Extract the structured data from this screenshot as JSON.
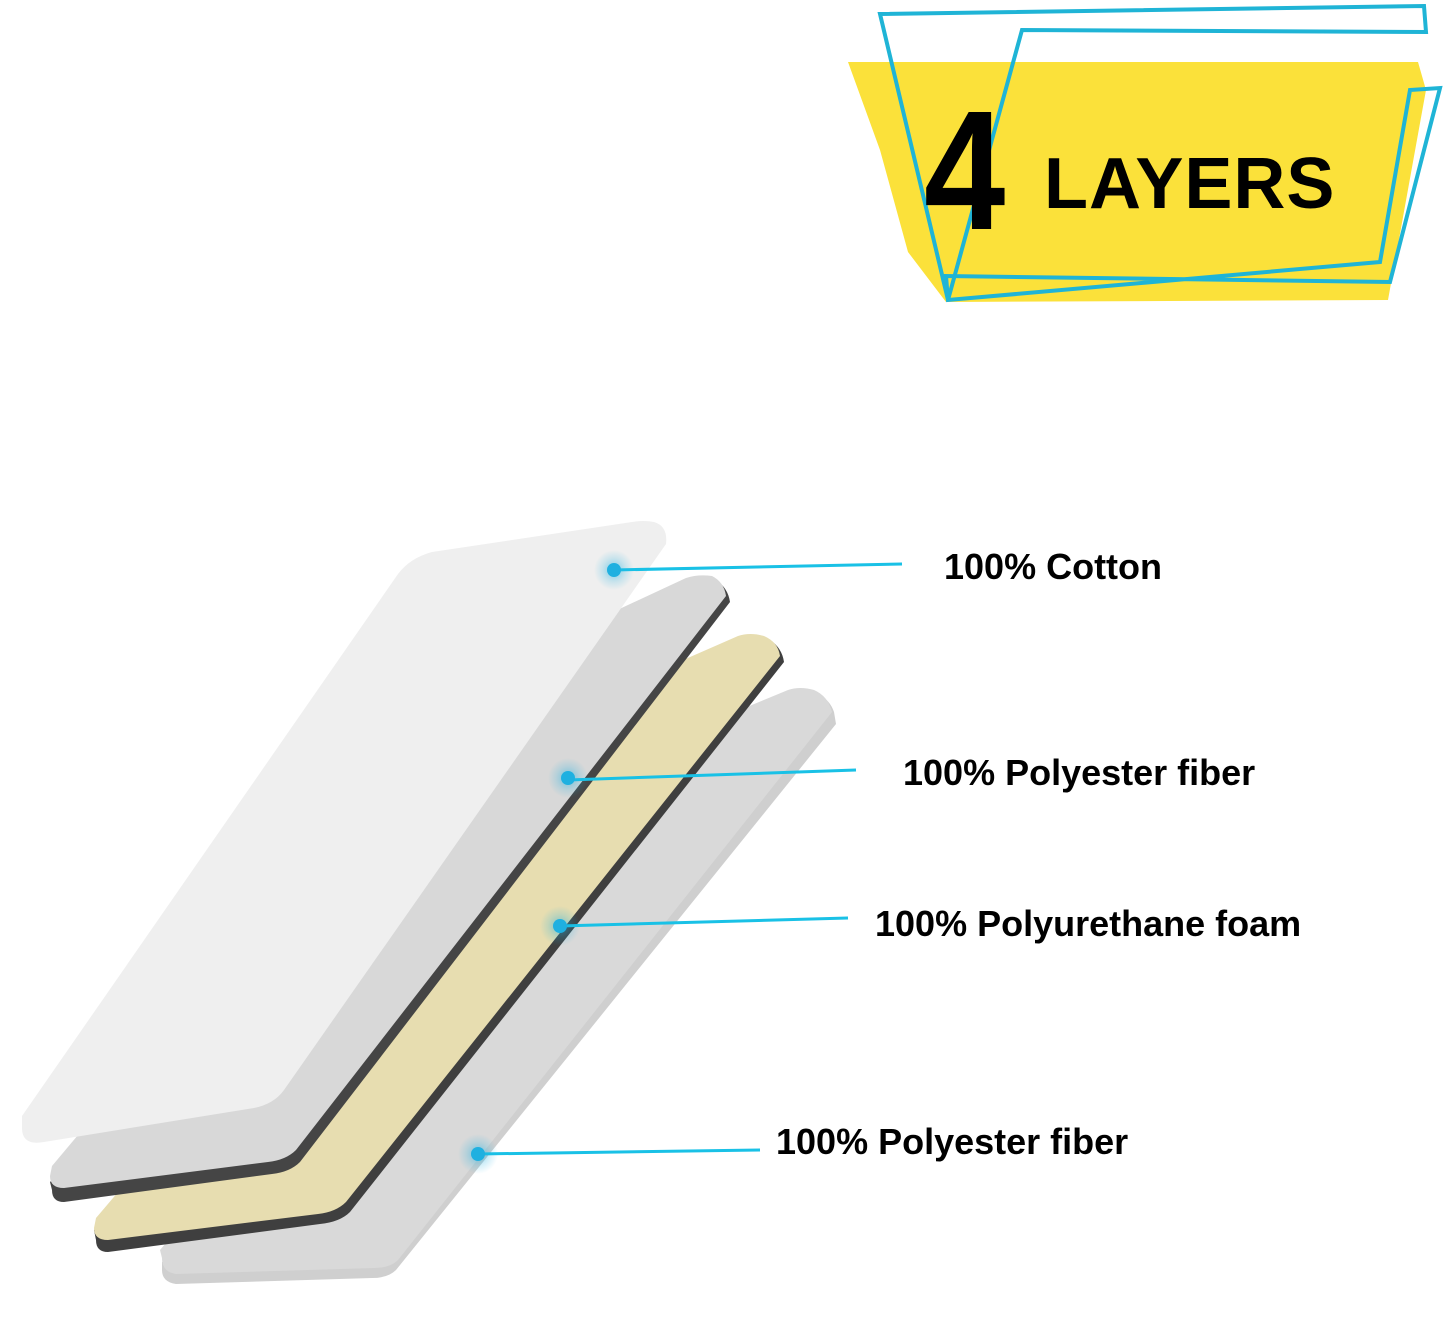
{
  "badge": {
    "number": "4",
    "word": "LAYERS",
    "fill_color": "#fbe13a",
    "outline_color": "#1fb4d6"
  },
  "layers": [
    {
      "label": "100% Cotton",
      "face_color": "#f1f1f1"
    },
    {
      "label": "100% Polyester fiber",
      "face_color": "#d5d5d5"
    },
    {
      "label": "100% Polyurethane foam",
      "face_color": "#e7ddb0"
    },
    {
      "label": "100% Polyester fiber",
      "face_color": "#d5d5d5"
    }
  ],
  "colors": {
    "leader_line": "#19c1e6",
    "marker_dot": "#1fb0e0",
    "edge_dark": "#4a4a4a",
    "text": "#000000"
  }
}
